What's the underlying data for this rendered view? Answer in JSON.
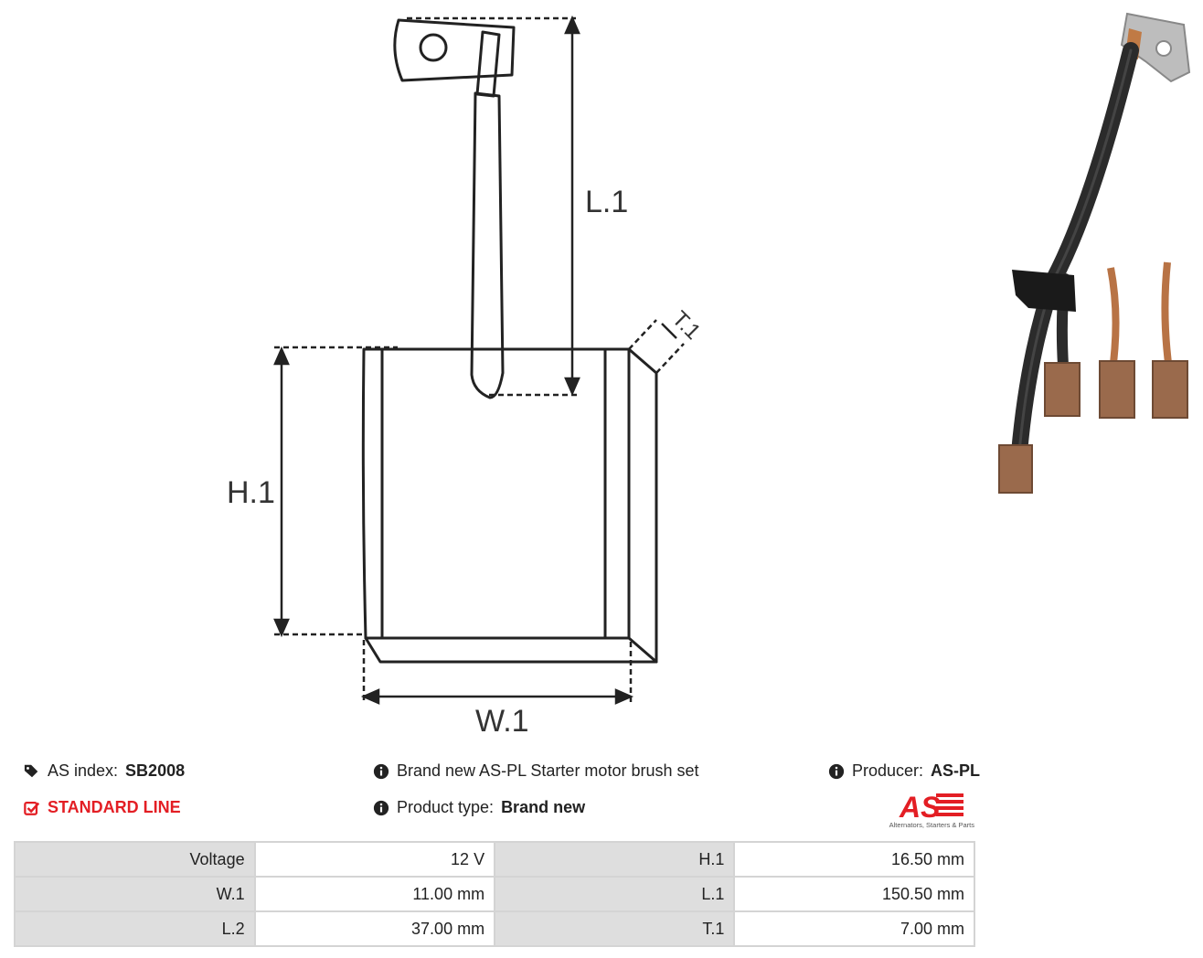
{
  "diagram": {
    "labels": {
      "l1": "L.1",
      "h1": "H.1",
      "w1": "W.1",
      "t1": "T.1"
    }
  },
  "info": {
    "as_index_label": "AS index:",
    "as_index_value": "SB2008",
    "line": "STANDARD LINE",
    "description": "Brand new AS-PL Starter motor brush set",
    "product_type_label": "Product type:",
    "product_type_value": "Brand new",
    "producer_label": "Producer:",
    "producer_value": "AS-PL"
  },
  "logo": {
    "mark": "AS",
    "tagline": "Alternators, Starters & Parts"
  },
  "specs": [
    [
      {
        "k": "Voltage",
        "v": "12 V"
      },
      {
        "k": "H.1",
        "v": "16.50 mm"
      }
    ],
    [
      {
        "k": "W.1",
        "v": "11.00 mm"
      },
      {
        "k": "L.1",
        "v": "150.50 mm"
      }
    ],
    [
      {
        "k": "L.2",
        "v": "37.00 mm"
      },
      {
        "k": "T.1",
        "v": "7.00 mm"
      }
    ]
  ],
  "colors": {
    "accent": "#e31e24",
    "table_key_bg": "#dedede",
    "table_border": "#d4d4d4"
  }
}
